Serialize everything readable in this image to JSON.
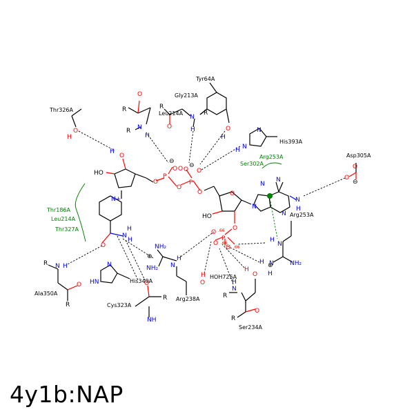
{
  "caption": "4y1b:NAP",
  "colors": {
    "bond": "#000000",
    "oxygen": "#ff0000",
    "nitrogen": "#0000ff",
    "hydrophobic": "#008000"
  },
  "residues": {
    "thr326a": "Thr326A",
    "tyr64a": "Tyr64A",
    "gly213a": "Gly213A",
    "leu214a_top": "Leu214A",
    "his393a": "His393A",
    "arg253a_green": "Arg253A",
    "ser302a": "Ser302A",
    "asp305a": "Asp305A",
    "thr186a": "Thr186A",
    "leu214a_green": "Leu214A",
    "thr327a": "Thr327A",
    "arg253a": "Arg253A",
    "his349a": "His349A",
    "ala350a": "Ala350A",
    "cys323a": "Cys323A",
    "arg238a": "Arg238A",
    "hoh725a": "HOH725A",
    "ser234a": "Ser234A"
  },
  "charges": {
    "c66a": ".66",
    "c66b": ".66",
    "c66c": ".66"
  }
}
